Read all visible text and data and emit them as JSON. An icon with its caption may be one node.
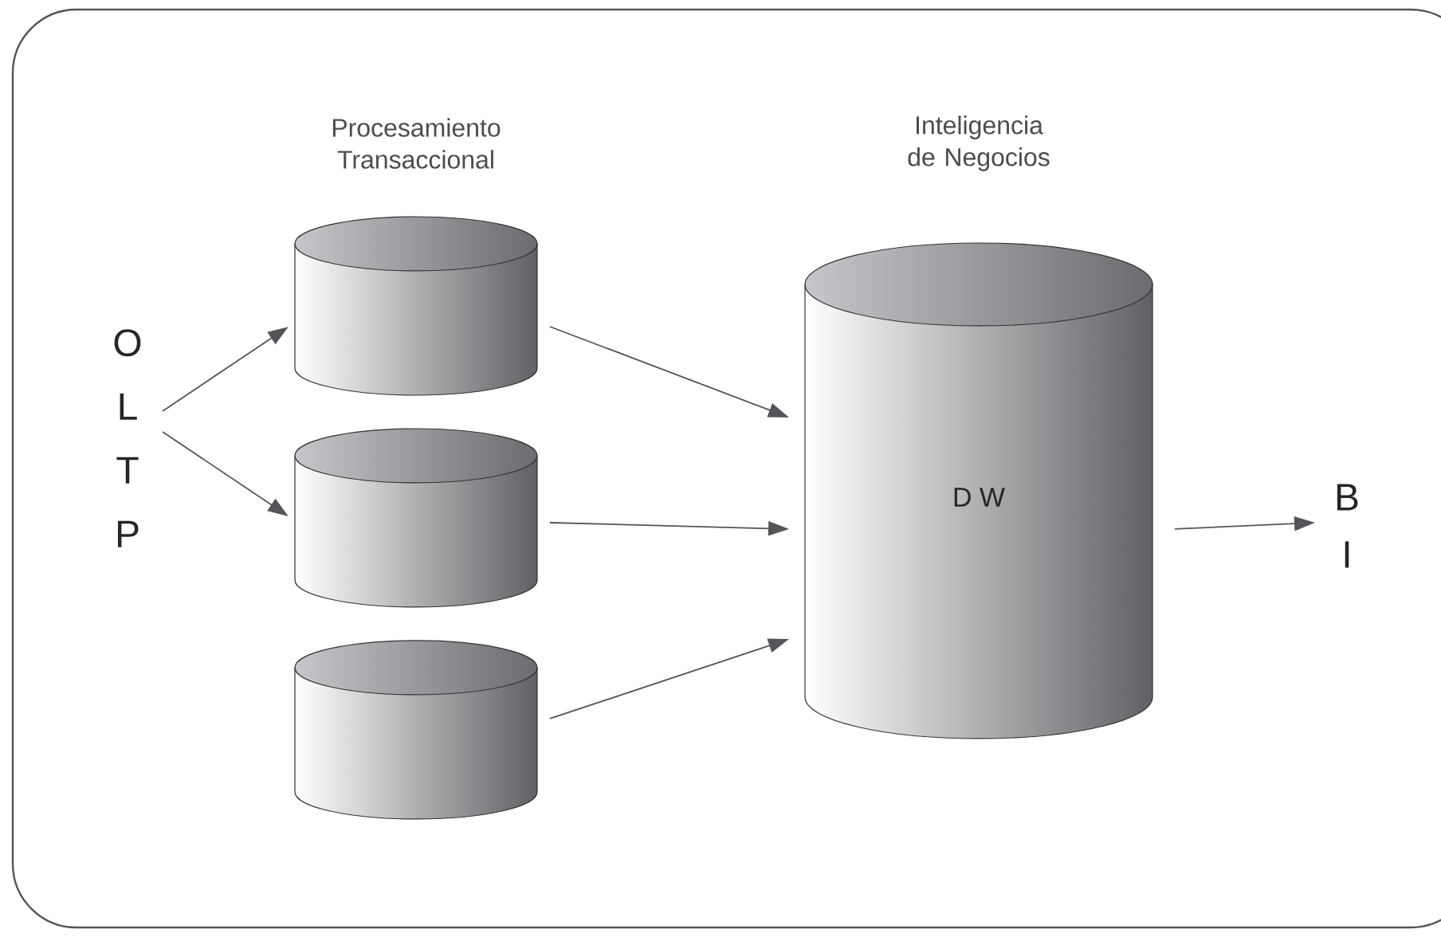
{
  "diagram": {
    "nodes": [
      {
        "text": [
          "O L T P"
        ]
      },
      {
        "text": [],
        "shape": "cylinder"
      },
      {
        "text": [],
        "shape": "cylinder"
      },
      {
        "text": [],
        "shape": "cylinder"
      },
      {
        "text": [
          "D W"
        ]
      },
      {
        "text": [
          "B I"
        ]
      }
    ],
    "edges": [
      {
        "from": 0,
        "to": 1,
        "arrow": "to"
      },
      {
        "from": 0,
        "to": 2,
        "arrow": "to"
      },
      {
        "from": 1,
        "to": 4,
        "arrow": "to"
      },
      {
        "from": 2,
        "to": 4,
        "arrow": "to"
      },
      {
        "from": 3,
        "to": 4,
        "arrow": "to"
      },
      {
        "from": 4,
        "to": 5,
        "arrow": "to"
      }
    ],
    "labels": [
      "Procesamiento Transaccional",
      "Inteligencia de Negocios"
    ]
  }
}
